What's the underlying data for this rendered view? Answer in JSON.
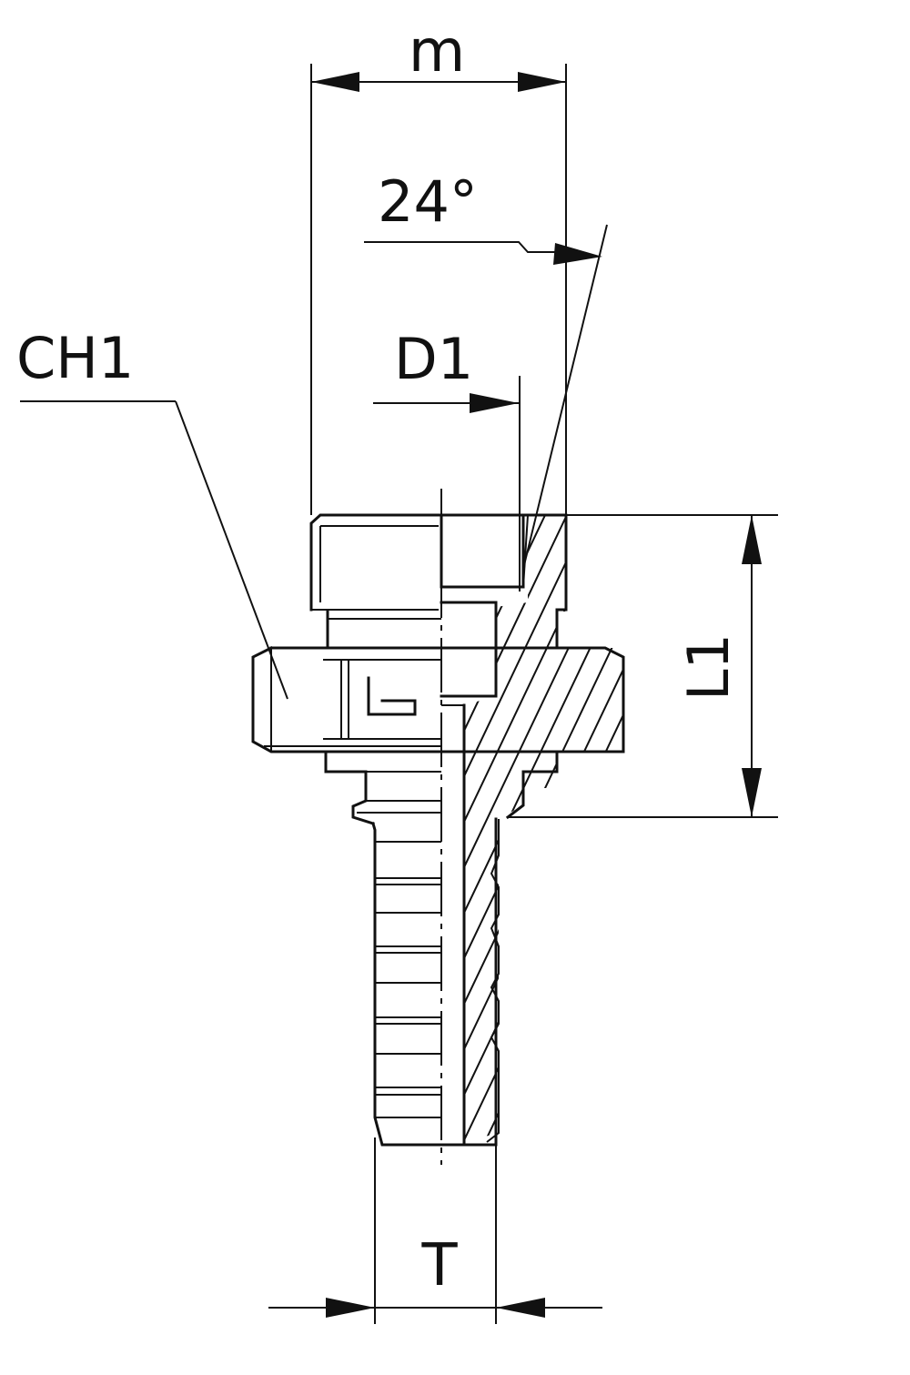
{
  "labels": {
    "m": "m",
    "angle": "24°",
    "d1": "D1",
    "ch1": "CH1",
    "l1": "L1",
    "t": "T"
  },
  "colors": {
    "line": "#111111",
    "background": "#ffffff"
  }
}
